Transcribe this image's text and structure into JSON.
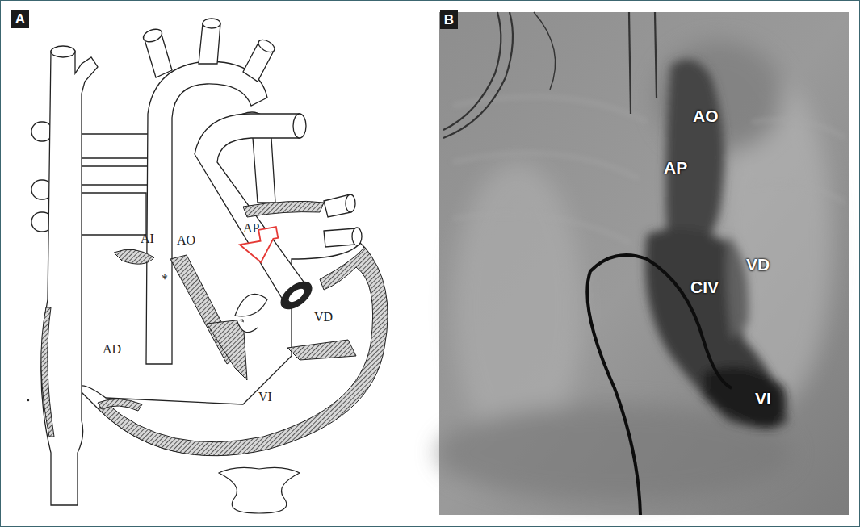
{
  "diagram": {
    "nodes": [
      {
        "text": [
          "A"
        ]
      },
      {
        "text": [
          "B"
        ]
      }
    ],
    "labels": [
      "AI",
      "AO",
      "AP",
      "*",
      "AD",
      "VD",
      "VI",
      "AO",
      "AP",
      "VD",
      "CIV",
      "VI"
    ]
  }
}
